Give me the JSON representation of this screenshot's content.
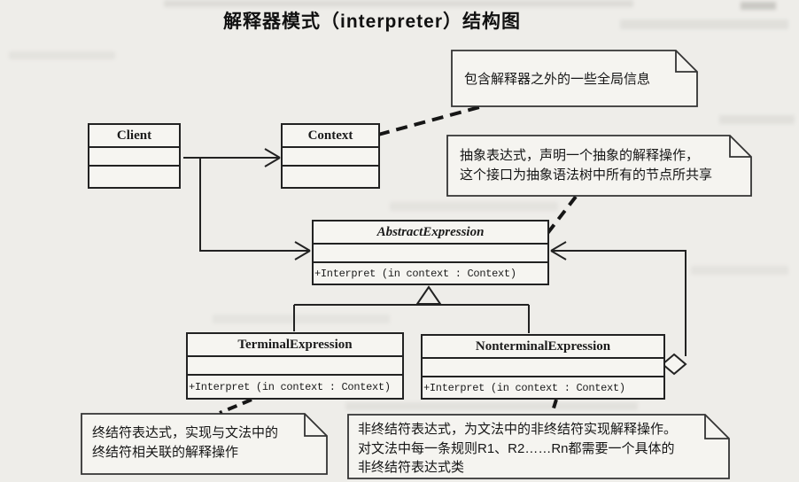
{
  "title": "解释器模式（interpreter）结构图",
  "classes": {
    "client": {
      "name": "Client"
    },
    "context": {
      "name": "Context"
    },
    "abstract_expression": {
      "name": "AbstractExpression",
      "method": "+Interpret (in context : Context)"
    },
    "terminal_expression": {
      "name": "TerminalExpression",
      "method": "+Interpret (in context : Context)"
    },
    "nonterminal_expression": {
      "name": "NonterminalExpression",
      "method": "+Interpret (in context : Context)"
    }
  },
  "notes": {
    "context_note": "包含解释器之外的一些全局信息",
    "abstract_note": "抽象表达式，声明一个抽象的解释操作，\n这个接口为抽象语法树中所有的节点所共享",
    "terminal_note": "终结符表达式，实现与文法中的\n终结符相关联的解释操作",
    "nonterminal_note": "非终结符表达式，为文法中的非终结符实现解释操作。\n对文法中每一条规则R1、R2……Rn都需要一个具体的\n非终结符表达式类"
  },
  "colors": {
    "ink": "#222222",
    "paper": "#eeede9",
    "box_fill": "#f6f5f1"
  }
}
